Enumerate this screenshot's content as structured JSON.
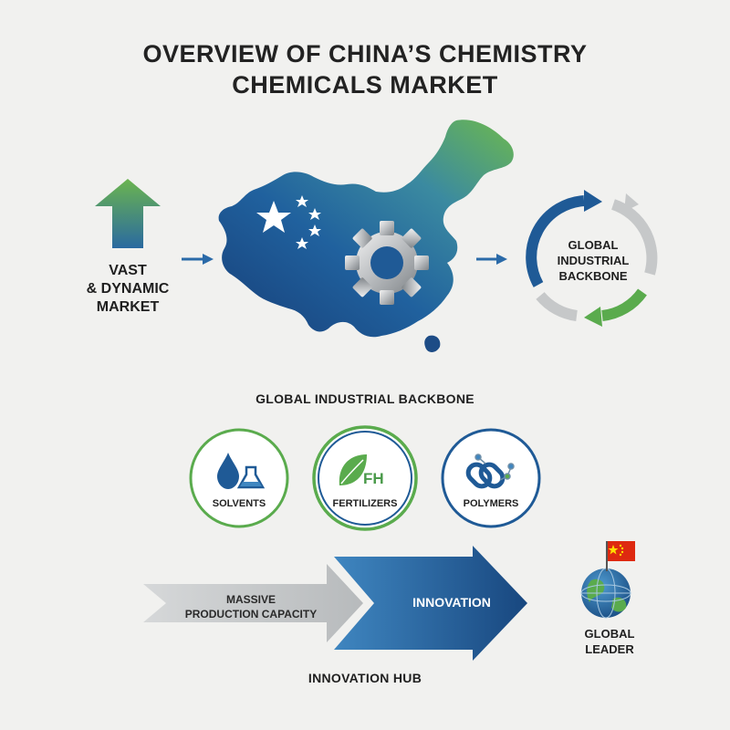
{
  "title": {
    "line1": "OVERVIEW OF CHINA’S CHEMISTRY",
    "line2": "CHEMICALS MARKET"
  },
  "market_label": {
    "line1": "VAST",
    "line2": "& DYNAMIC",
    "line3": "MARKET"
  },
  "cycle_label": {
    "line1": "GLOBAL",
    "line2": "INDUSTRIAL",
    "line3": "BACKBONE"
  },
  "backbone_heading": "GLOBAL INDUSTRIAL BACKBONE",
  "badges": [
    {
      "label": "SOLVENTS",
      "icon": "water-drop-flask-icon",
      "ring_color": "#4a9a4a"
    },
    {
      "label": "FERTILIZERS",
      "icon": "leaf-icon",
      "ring_color": "#4a9a4a"
    },
    {
      "label": "POLYMERS",
      "icon": "chain-molecule-icon",
      "ring_color": "#1f4f8a"
    }
  ],
  "production_label": {
    "line1": "MASSIVE",
    "line2": "PRODUCTION CAPACITY"
  },
  "innovation_label": "INNOVATION",
  "hub_heading": "INNOVATION HUB",
  "leader_label": {
    "line1": "GLOBAL",
    "line2": "LEADER"
  },
  "colors": {
    "blue": "#1f5a96",
    "green": "#5aab4d",
    "gray": "#c9cbcc",
    "flag_red": "#de2910",
    "flag_yellow": "#ffde00"
  }
}
